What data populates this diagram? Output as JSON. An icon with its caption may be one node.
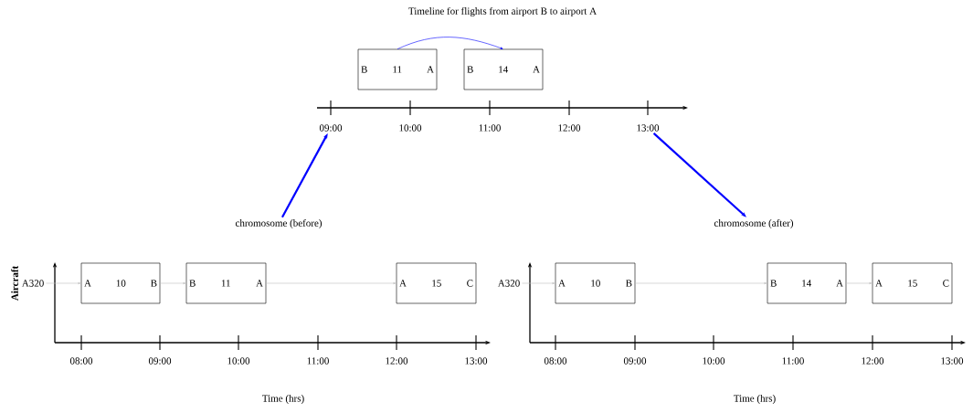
{
  "diagram": {
    "title": "Timeline for flights from airport B to airport A",
    "nodes": [
      {
        "text": [
          "B",
          "11",
          "A"
        ]
      },
      {
        "text": [
          "B",
          "14",
          "A"
        ]
      },
      {
        "text": [
          "09:00"
        ]
      },
      {
        "text": [
          "13:00"
        ]
      },
      {
        "text": [
          "chromosome (before)"
        ]
      },
      {
        "text": [
          "chromosome (after)"
        ]
      },
      {
        "text": [
          "A320"
        ]
      },
      {
        "text": [
          "A",
          "10",
          "B"
        ]
      },
      {
        "text": [
          "B",
          "11",
          "A"
        ]
      },
      {
        "text": [
          "A",
          "15",
          "C"
        ]
      },
      {
        "text": [
          "A320"
        ]
      },
      {
        "text": [
          "A",
          "10",
          "B"
        ]
      },
      {
        "text": [
          "B",
          "14",
          "A"
        ]
      },
      {
        "text": [
          "A",
          "15",
          "C"
        ]
      }
    ],
    "edges": [
      {
        "from": 0,
        "to": 1,
        "arrow": "to",
        "color": "#0000ff"
      },
      {
        "from": 4,
        "to": 2,
        "arrow": "to",
        "style": "thick",
        "color": "#0000ff"
      },
      {
        "from": 3,
        "to": 5,
        "arrow": "to",
        "style": "thick",
        "color": "#0000ff"
      },
      {
        "from": 6,
        "to": 7,
        "arrow": "to"
      },
      {
        "from": 7,
        "to": 8,
        "arrow": "to"
      },
      {
        "from": 8,
        "to": 9,
        "arrow": "to"
      },
      {
        "from": 10,
        "to": 11,
        "arrow": "to"
      },
      {
        "from": 11,
        "to": 12,
        "arrow": "to"
      },
      {
        "from": 12,
        "to": 13,
        "arrow": "to"
      }
    ],
    "labels": [
      "10:00",
      "11:00",
      "12:00",
      "Aircraft",
      "08:00",
      "09:00",
      "10:00",
      "11:00",
      "12:00",
      "13:00",
      "Time (hrs)",
      "08:00",
      "09:00",
      "10:00",
      "11:00",
      "12:00",
      "13:00",
      "Time (hrs)"
    ]
  }
}
